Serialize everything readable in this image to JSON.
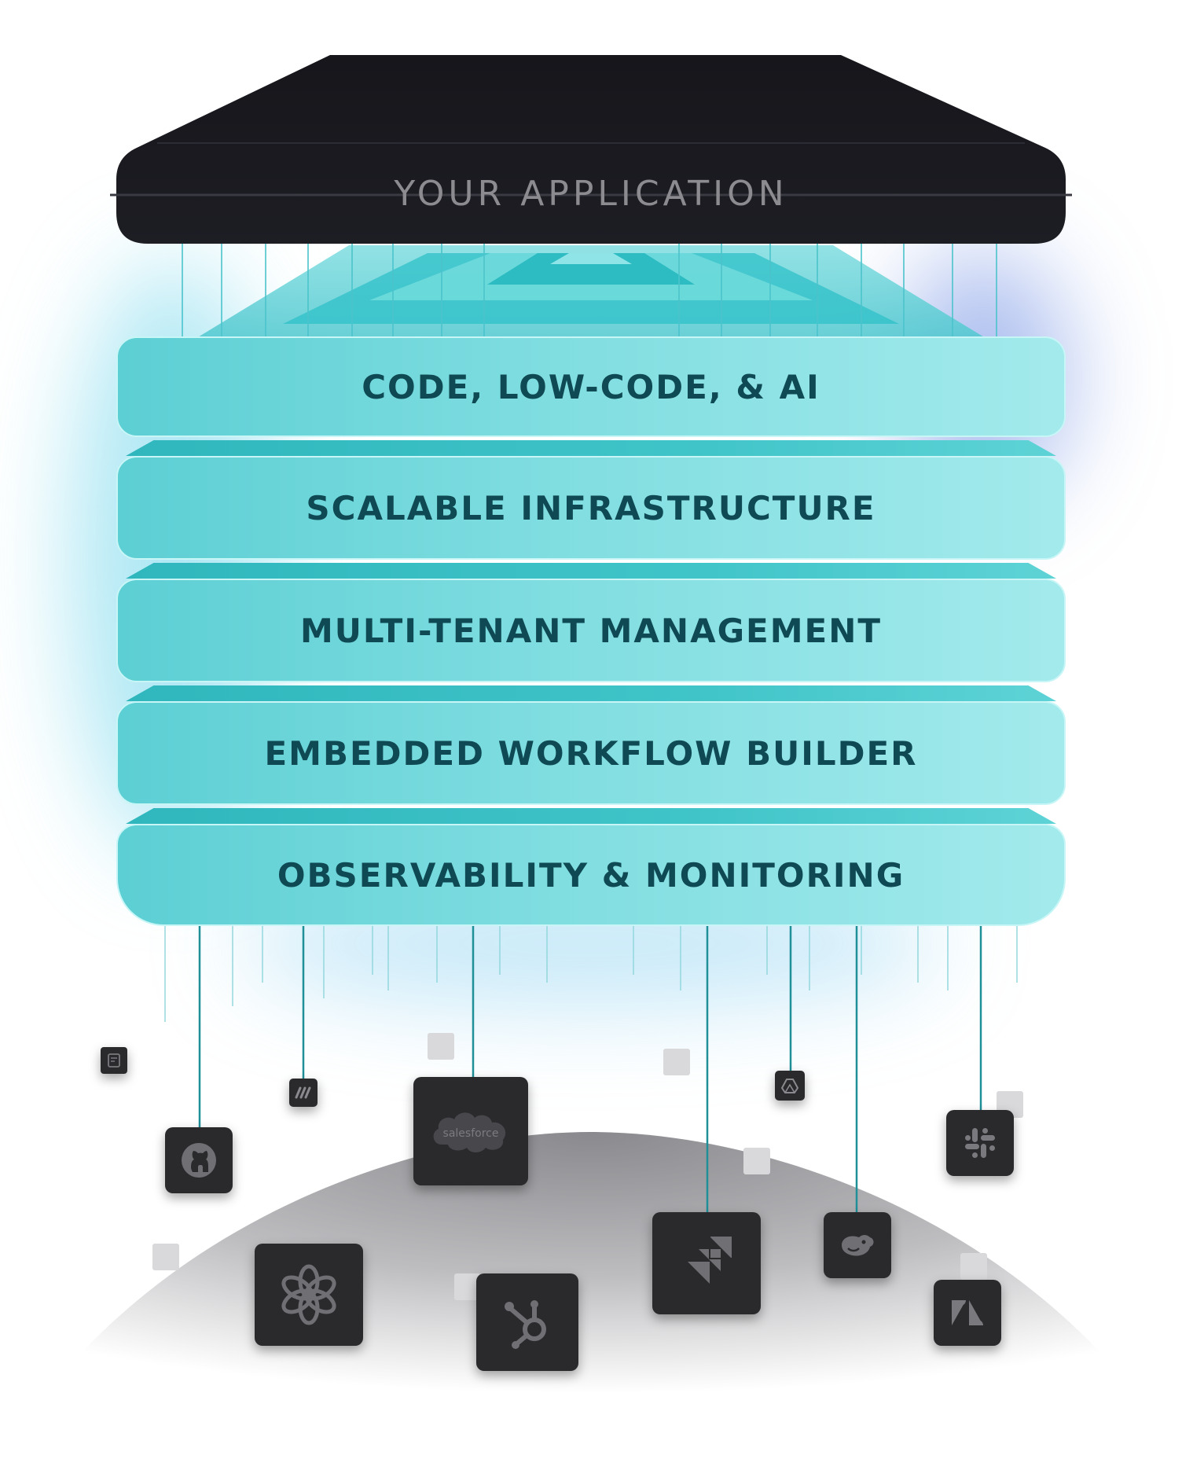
{
  "application": {
    "label": "YOUR APPLICATION"
  },
  "layers": [
    {
      "label": "CODE, LOW-CODE, & AI"
    },
    {
      "label": "SCALABLE INFRASTRUCTURE"
    },
    {
      "label": "MULTI-TENANT MANAGEMENT"
    },
    {
      "label": "EMBEDDED WORKFLOW BUILDER"
    },
    {
      "label": "OBSERVABILITY & MONITORING"
    }
  ],
  "integrations": [
    {
      "icon": "github-icon"
    },
    {
      "icon": "make-icon"
    },
    {
      "icon": "salesforce-icon",
      "label": "salesforce"
    },
    {
      "icon": "openai-icon"
    },
    {
      "icon": "hubspot-icon"
    },
    {
      "icon": "jira-icon"
    },
    {
      "icon": "google-drive-icon"
    },
    {
      "icon": "deepseek-icon"
    },
    {
      "icon": "slack-icon"
    },
    {
      "icon": "zendesk-icon"
    },
    {
      "icon": "document-icon"
    }
  ],
  "colors": {
    "app_bar": "#16161b",
    "layer_text": "#0f4a54",
    "layer_fill": "#7fdde0",
    "tile_fill": "#2a2a2d"
  }
}
